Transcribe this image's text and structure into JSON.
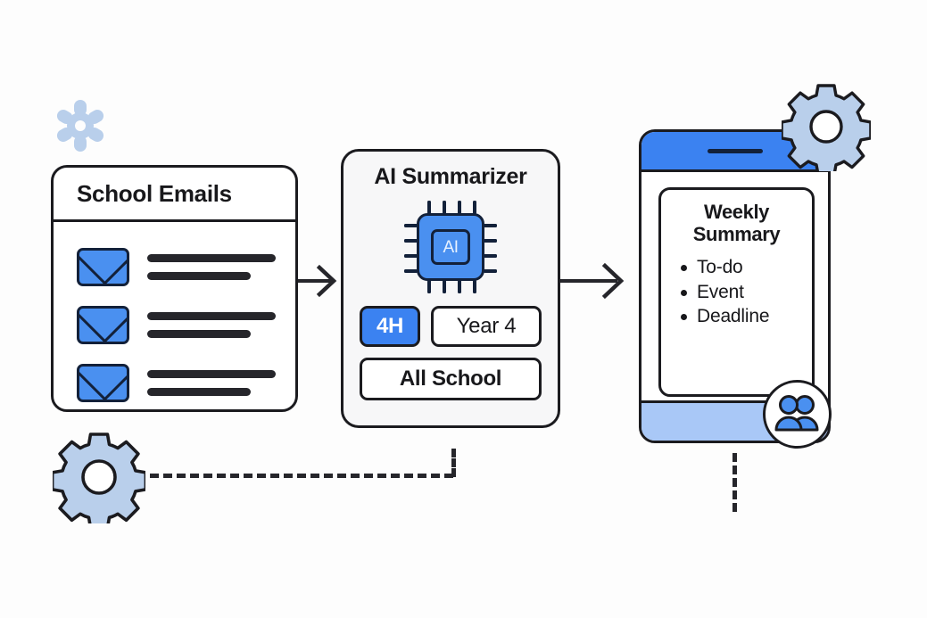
{
  "diagram": {
    "title": "School Emails to AI Summarizer to Weekly Summary flow",
    "background_color": "#fdfdfd",
    "accent_blue": "#3b82f1",
    "light_blue": "#a9c8f7",
    "envelope_blue": "#4a90f0",
    "outline_color": "#1b1b1f"
  },
  "emails_panel": {
    "title": "School Emails",
    "icon": "envelope-icon",
    "rows": [
      {
        "icon": "envelope-icon",
        "line_long": "",
        "line_short": ""
      },
      {
        "icon": "envelope-icon",
        "line_long": "",
        "line_short": ""
      },
      {
        "icon": "envelope-icon",
        "line_long": "",
        "line_short": ""
      }
    ]
  },
  "ai_panel": {
    "title": "AI Summarizer",
    "chip": {
      "icon": "ai-chip-icon",
      "label": "AI"
    },
    "tags": [
      {
        "label": "4H",
        "selected": true
      },
      {
        "label": "Year 4",
        "selected": false
      },
      {
        "label": "All School",
        "selected": false
      }
    ]
  },
  "phone_panel": {
    "speaker": "phone-speaker",
    "summary": {
      "title": "Weekly\nSummary",
      "title_line_1": "Weekly",
      "title_line_2": "Summary",
      "items": [
        "To-do",
        "Event",
        "Deadline"
      ]
    },
    "badge": {
      "icon": "people-icon",
      "label": ""
    }
  },
  "decor": {
    "gears": [
      {
        "name": "gear-small-icon",
        "style": "flat-light-blue",
        "teeth": 6
      },
      {
        "name": "gear-large-icon",
        "style": "outlined-light-blue",
        "teeth": 8
      },
      {
        "name": "gear-phone-icon",
        "style": "outlined-light-blue",
        "teeth": 8
      }
    ],
    "arrows": [
      {
        "name": "arrow-emails-to-ai",
        "direction": "right"
      },
      {
        "name": "arrow-ai-to-phone",
        "direction": "right"
      }
    ],
    "connectors": [
      {
        "name": "dashed-connector-main",
        "orientation": "horizontal"
      },
      {
        "name": "dashed-connector-up",
        "orientation": "vertical"
      },
      {
        "name": "dashed-connector-phone",
        "orientation": "vertical"
      }
    ]
  }
}
